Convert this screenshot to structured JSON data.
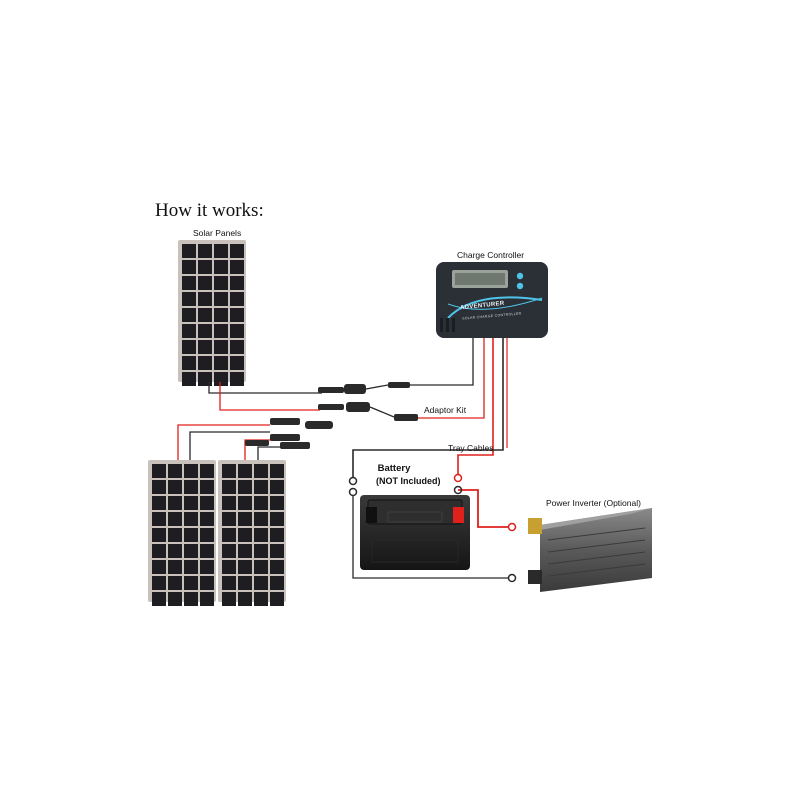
{
  "heading": "How it works:",
  "labels": {
    "solar_panels": "Solar Panels",
    "charge_controller": "Charge Controller",
    "adaptor_kit": "Adaptor Kit",
    "tray_cables": "Tray Cables",
    "battery": "Battery",
    "battery_note": "(NOT Included)",
    "power_inverter": "Power Inverter (Optional)"
  },
  "controller": {
    "brand": "ADVENTURER",
    "subtitle": "SOLAR CHARGE CONTROLLER"
  },
  "colors": {
    "positive_wire": "#e0201c",
    "negative_wire": "#2a2a2a",
    "panel_cell": "#1e1e22",
    "panel_frame": "#c9c2bc",
    "controller_body": "#2b2f36",
    "controller_accent": "#4fc3e8",
    "battery_positive_terminal": "#e0201c",
    "inverter_body": "#5a5a5a"
  }
}
